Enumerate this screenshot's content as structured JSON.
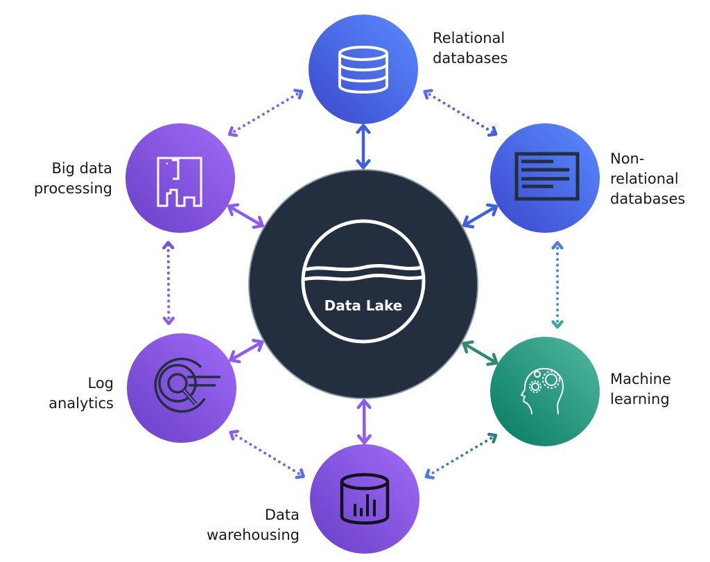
{
  "center": {
    "title": "Data Lake",
    "icon": "lake-icon",
    "color": "#232f3e"
  },
  "nodes": [
    {
      "id": "relational",
      "label_lines": [
        "Relational",
        "databases"
      ],
      "icon": "database-stack-icon",
      "gradient": [
        "#3b48cc",
        "#5a8bff"
      ],
      "connector_color": "#3f5ee0"
    },
    {
      "id": "nonrelational",
      "label_lines": [
        "Non-",
        "relational",
        "databases"
      ],
      "icon": "document-list-icon",
      "gradient": [
        "#3b48cc",
        "#5a8bff"
      ],
      "connector_color": "#3f5ee0"
    },
    {
      "id": "machine-learning",
      "label_lines": [
        "Machine",
        "learning"
      ],
      "icon": "brain-gears-icon",
      "gradient": [
        "#057a5f",
        "#52b8a0"
      ],
      "connector_color": "#2e8b6e"
    },
    {
      "id": "data-warehousing",
      "label_lines": [
        "Data",
        "warehousing"
      ],
      "icon": "database-chart-icon",
      "gradient": [
        "#6a3fc7",
        "#a06bf7"
      ],
      "connector_color": "#8c5cf0"
    },
    {
      "id": "log-analytics",
      "label_lines": [
        "Log",
        "analytics"
      ],
      "icon": "target-search-icon",
      "gradient": [
        "#6a3fc7",
        "#a06bf7"
      ],
      "connector_color": "#8c5cf0"
    },
    {
      "id": "big-data",
      "label_lines": [
        "Big data",
        "processing"
      ],
      "icon": "elephant-icon",
      "gradient": [
        "#6a3fc7",
        "#a06bf7"
      ],
      "connector_color": "#8c5cf0"
    }
  ],
  "dotted_links": [
    {
      "from": "big-data",
      "to": "relational",
      "colors": [
        "#8c5cf0",
        "#5b6cf0"
      ]
    },
    {
      "from": "relational",
      "to": "nonrelational",
      "colors": [
        "#5b6cf0",
        "#3f5ee0"
      ]
    },
    {
      "from": "nonrelational",
      "to": "machine-learning",
      "colors": [
        "#4a7fe0",
        "#3aa5a5"
      ]
    },
    {
      "from": "machine-learning",
      "to": "data-warehousing",
      "colors": [
        "#2e7e8a",
        "#4a7fe0"
      ]
    },
    {
      "from": "data-warehousing",
      "to": "log-analytics",
      "colors": [
        "#5b6cf0",
        "#8c5cf0"
      ]
    },
    {
      "from": "log-analytics",
      "to": "big-data",
      "colors": [
        "#8c5cf0",
        "#7a4fe0"
      ]
    }
  ]
}
